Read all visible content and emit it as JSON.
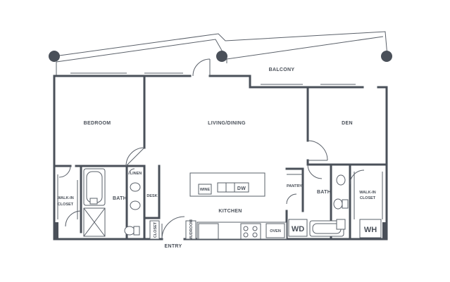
{
  "rooms": {
    "bedroom": "BEDROOM",
    "living_dining": "LIVING/DINING",
    "den": "DEN",
    "balcony": "BALCONY",
    "kitchen": "KITCHEN",
    "entry": "ENTRY",
    "bath_left": "BATH",
    "bath_right": "BATH",
    "walkin_closet_left": [
      "WALK-IN",
      "CLOSET"
    ],
    "walkin_closet_right": [
      "WALK-IN",
      "CLOSET"
    ],
    "closet": "CLOSET",
    "linen": "LINEN",
    "desk": "DESK",
    "pantry": "PANTRY",
    "wine": "WINE",
    "dw": "DW",
    "oven": "OVEN",
    "wd": "WD",
    "wh": "WH",
    "mudroom": "MUDROOM"
  },
  "colors": {
    "wall": "#4a5059",
    "background": "#ffffff"
  }
}
